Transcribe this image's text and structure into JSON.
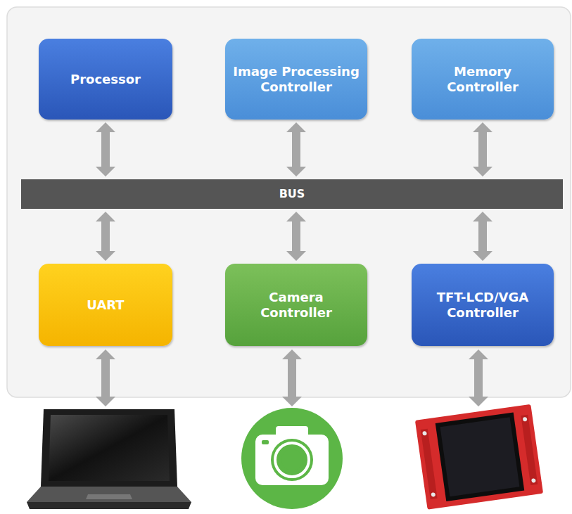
{
  "diagram": {
    "nodes": [
      {
        "text": [
          "Processor"
        ]
      },
      {
        "text": [
          "Image Processing Controller"
        ]
      },
      {
        "text": [
          "Memory Controller"
        ]
      },
      {
        "text": [
          "BUS"
        ]
      },
      {
        "text": [
          "UART"
        ]
      },
      {
        "text": [
          "Camera Controller"
        ]
      },
      {
        "text": [
          "TFT-LCD/VGA Controller"
        ]
      }
    ],
    "edges": [
      {
        "from": 0,
        "to": 3,
        "arrow": "both"
      },
      {
        "from": 1,
        "to": 3,
        "arrow": "both"
      },
      {
        "from": 2,
        "to": 3,
        "arrow": "both"
      },
      {
        "from": 3,
        "to": 4,
        "arrow": "both"
      },
      {
        "from": 3,
        "to": 5,
        "arrow": "both"
      },
      {
        "from": 3,
        "to": 6,
        "arrow": "both"
      }
    ]
  }
}
